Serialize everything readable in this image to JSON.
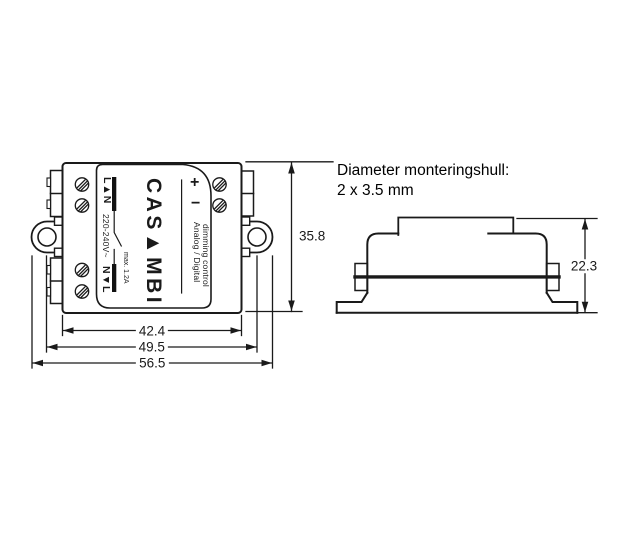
{
  "drawing": {
    "note": {
      "line1": "Diameter monteringshull:",
      "line2": "2 x 3.5 mm"
    },
    "dimensions": {
      "front_height": "35.8",
      "body_width": "42.4",
      "hole_spacing": "49.5",
      "total_width": "56.5",
      "side_height": "22.3"
    },
    "label": {
      "brand": "CAS▲MBI",
      "terminals_top": "L▲N",
      "voltage": "220-240V~",
      "max_current": "max. 1.2A",
      "terminals_bottom": "N▼L",
      "plus": "+",
      "minus": "−",
      "control_line1": "Analog / Digital",
      "control_line2": "dimming control"
    },
    "colors": {
      "line": "#1a1a1a",
      "background": "#ffffff"
    }
  }
}
